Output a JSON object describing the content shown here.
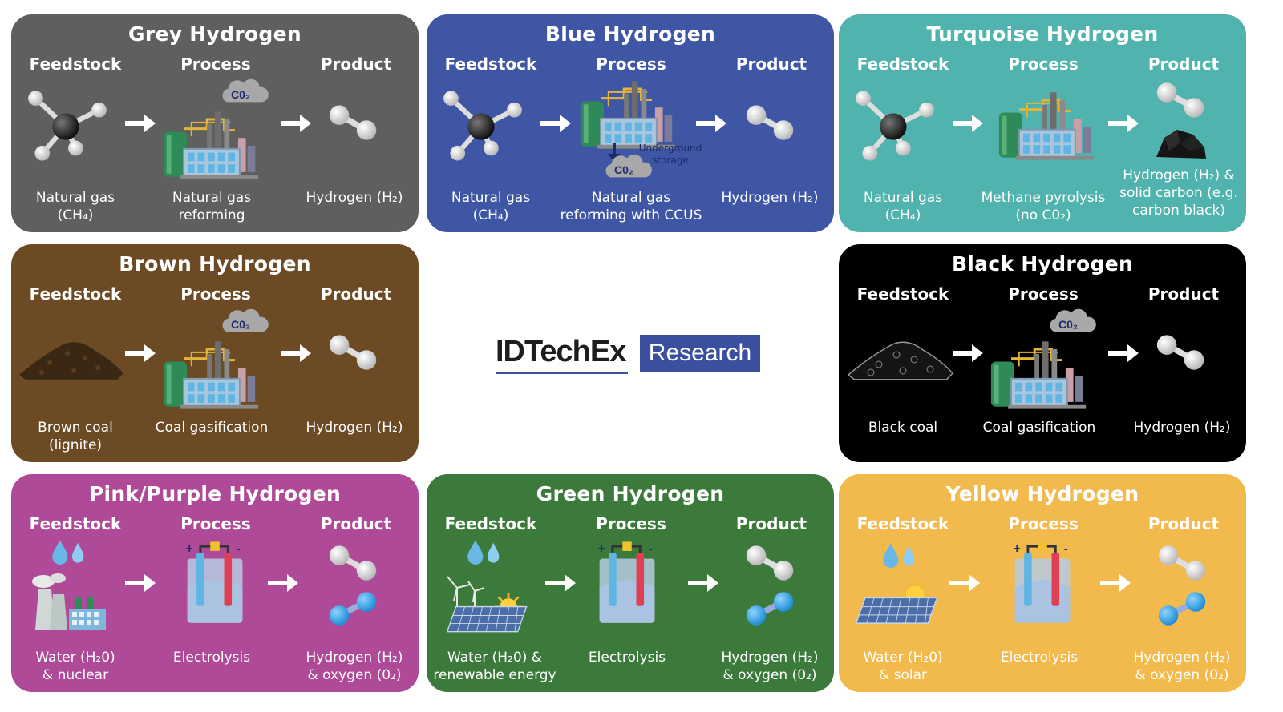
{
  "colors": {
    "grey": "#5f5f5f",
    "blue": "#3f56a5",
    "turquoise": "#50b3ad",
    "brown": "#6b4a24",
    "black": "#000000",
    "pink": "#ae4a97",
    "green": "#3b7a3a",
    "yellow": "#f2b94d",
    "logo_blue": "#3b4f9f"
  },
  "logo": {
    "brand": "IDTechEx",
    "tag": "Research"
  },
  "cards": {
    "grey": {
      "title": "Grey Hydrogen",
      "feedstock": "Feedstock",
      "process": "Process",
      "product": "Product",
      "feed_label": "Natural gas\n(CH₄)",
      "process_label": "Natural gas\nreforming",
      "product_label": "Hydrogen (H₂)",
      "co2": "C0₂"
    },
    "blue": {
      "title": "Blue Hydrogen",
      "feedstock": "Feedstock",
      "process": "Process",
      "product": "Product",
      "feed_label": "Natural gas\n(CH₄)",
      "process_label": "Natural gas\nreforming with CCUS",
      "product_label": "Hydrogen (H₂)",
      "co2": "C0₂",
      "storage": "Underground\nstorage"
    },
    "turquoise": {
      "title": "Turquoise Hydrogen",
      "feedstock": "Feedstock",
      "process": "Process",
      "product": "Product",
      "feed_label": "Natural gas\n(CH₄)",
      "process_label": "Methane pyrolysis\n(no C0₂)",
      "product_label": "Hydrogen (H₂) &\nsolid carbon (e.g.\ncarbon black)"
    },
    "brown": {
      "title": "Brown Hydrogen",
      "feedstock": "Feedstock",
      "process": "Process",
      "product": "Product",
      "feed_label": "Brown coal\n(lignite)",
      "process_label": "Coal gasification",
      "product_label": "Hydrogen (H₂)",
      "co2": "C0₂"
    },
    "black": {
      "title": "Black Hydrogen",
      "feedstock": "Feedstock",
      "process": "Process",
      "product": "Product",
      "feed_label": "Black coal",
      "process_label": "Coal gasification",
      "product_label": "Hydrogen (H₂)",
      "co2": "C0₂"
    },
    "pink": {
      "title": "Pink/Purple Hydrogen",
      "feedstock": "Feedstock",
      "process": "Process",
      "product": "Product",
      "feed_label": "Water (H₂0)\n& nuclear",
      "process_label": "Electrolysis",
      "product_label": "Hydrogen (H₂)\n& oxygen (0₂)"
    },
    "green": {
      "title": "Green Hydrogen",
      "feedstock": "Feedstock",
      "process": "Process",
      "product": "Product",
      "feed_label": "Water (H₂0) &\nrenewable energy",
      "process_label": "Electrolysis",
      "product_label": "Hydrogen (H₂)\n& oxygen (0₂)"
    },
    "yellow": {
      "title": "Yellow Hydrogen",
      "feedstock": "Feedstock",
      "process": "Process",
      "product": "Product",
      "feed_label": "Water (H₂0)\n& solar",
      "process_label": "Electrolysis",
      "product_label": "Hydrogen (H₂)\n& oxygen (0₂)"
    }
  }
}
